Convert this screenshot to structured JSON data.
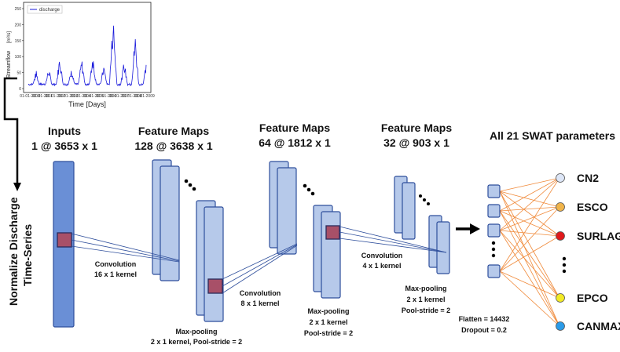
{
  "plot": {
    "legend": "discharge",
    "xlabel": "Time [Days]",
    "ylabel": "Streamflow",
    "ylabel_unit": "[m³/s]",
    "yticks": [
      "0",
      "50",
      "100",
      "150",
      "200",
      "250"
    ],
    "xticks": [
      "01-01-2000",
      "01-01-2001",
      "01-01-2002",
      "01-01-2003",
      "01-01-2004",
      "01-01-2005",
      "01-01-2006",
      "01-01-2007",
      "01-01-2008",
      "01-01-2009"
    ],
    "line_color": "#1a1adb"
  },
  "side_label": {
    "line1": "Normalize Discharge",
    "line2": "Time-Series"
  },
  "headers": {
    "inputs_title": "Inputs",
    "inputs_dims": "1 @ 3653 x 1",
    "fm1_title": "Feature Maps",
    "fm1_dims": "128 @ 3638 x 1",
    "fm2_title": "Feature Maps",
    "fm2_dims": "64 @ 1812 x 1",
    "fm3_title": "Feature Maps",
    "fm3_dims": "32 @ 903 x 1",
    "params_title": "All 21 SWAT parameters"
  },
  "ops": {
    "conv1_l1": "Convolution",
    "conv1_l2": "16 x 1 kernel",
    "pool1_l1": "Max-pooling",
    "pool1_l2": "2 x 1 kernel, Pool-stride = 2",
    "conv2_l1": "Convolution",
    "conv2_l2": "8 x 1 kernel",
    "pool2_l1": "Max-pooling",
    "pool2_l2": "2 x 1 kernel",
    "pool2_l3": "Pool-stride = 2",
    "conv3_l1": "Convolution",
    "conv3_l2": "4 x 1 kernel",
    "pool3_l1": "Max-pooling",
    "pool3_l2": "2 x 1 kernel",
    "pool3_l3": "Pool-stride = 2",
    "flatten": "Flatten = 14432",
    "dropout": "Dropout = 0.2"
  },
  "outputs": [
    {
      "label": "CN2",
      "color": "#dde6f7"
    },
    {
      "label": "ESCO",
      "color": "#f0b44a"
    },
    {
      "label": "SURLAG",
      "color": "#e0191b"
    },
    {
      "label": "EPCO",
      "color": "#f2ea25"
    },
    {
      "label": "CANMAX",
      "color": "#2b9be8"
    }
  ],
  "colors": {
    "input_fill": "#6a8fd6",
    "map_fill": "#b6c9ea",
    "map_stroke": "#2f4f9c",
    "kernel_fill": "#a85068",
    "edge": "#f08a3a"
  }
}
